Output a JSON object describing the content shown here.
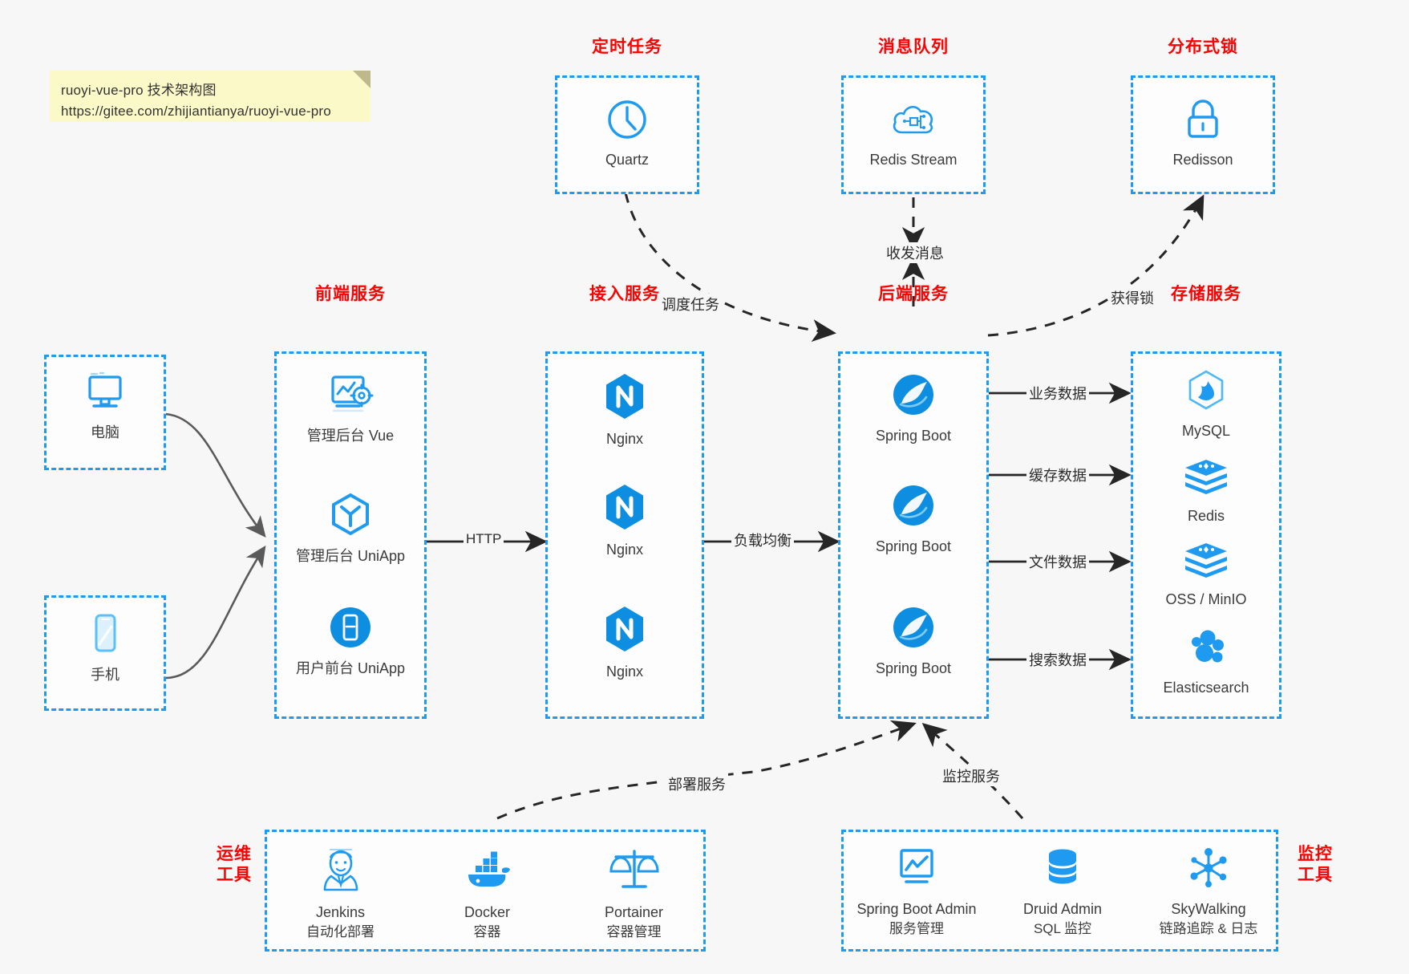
{
  "note": {
    "line1": "ruoyi-vue-pro 技术架构图",
    "line2": "https://gitee.com/zhijiantianya/ruoyi-vue-pro"
  },
  "colors": {
    "accent_blue": "#1E9BF0",
    "title_red": "#ff0000",
    "arrow_gray": "#5a5a5a",
    "arrow_black": "#262626",
    "note_bg": "#fcf9c8",
    "canvas_bg": "#f7f7f7"
  },
  "groups": {
    "scheduler": {
      "title": "定时任务",
      "items": [
        {
          "label": "Quartz",
          "icon": "clock-icon"
        }
      ]
    },
    "mq": {
      "title": "消息队列",
      "items": [
        {
          "label": "Redis Stream",
          "icon": "cloud-network-icon"
        }
      ]
    },
    "lock": {
      "title": "分布式锁",
      "items": [
        {
          "label": "Redisson",
          "icon": "lock-icon"
        }
      ]
    },
    "clients": {
      "items": [
        {
          "label": "电脑",
          "icon": "desktop-icon"
        },
        {
          "label": "手机",
          "icon": "mobile-icon"
        }
      ]
    },
    "frontend": {
      "title": "前端服务",
      "items": [
        {
          "label": "管理后台 Vue",
          "icon": "dashboard-gear-icon"
        },
        {
          "label": "管理后台 UniApp",
          "icon": "uniapp-cube-icon"
        },
        {
          "label": "用户前台 UniApp",
          "icon": "mobile-app-icon"
        }
      ]
    },
    "gateway": {
      "title": "接入服务",
      "items": [
        {
          "label": "Nginx",
          "icon": "nginx-icon"
        },
        {
          "label": "Nginx",
          "icon": "nginx-icon"
        },
        {
          "label": "Nginx",
          "icon": "nginx-icon"
        }
      ]
    },
    "backend": {
      "title": "后端服务",
      "items": [
        {
          "label": "Spring Boot",
          "icon": "spring-boot-icon"
        },
        {
          "label": "Spring Boot",
          "icon": "spring-boot-icon"
        },
        {
          "label": "Spring Boot",
          "icon": "spring-boot-icon"
        }
      ]
    },
    "storage": {
      "title": "存储服务",
      "items": [
        {
          "label": "MySQL",
          "icon": "mysql-icon"
        },
        {
          "label": "Redis",
          "icon": "redis-icon"
        },
        {
          "label": "OSS / MinIO",
          "icon": "oss-minio-icon"
        },
        {
          "label": "Elasticsearch",
          "icon": "elasticsearch-icon"
        }
      ]
    },
    "devops": {
      "title_line1": "运维",
      "title_line2": "工具",
      "items": [
        {
          "label": "Jenkins",
          "sub": "自动化部署",
          "icon": "jenkins-icon"
        },
        {
          "label": "Docker",
          "sub": "容器",
          "icon": "docker-icon"
        },
        {
          "label": "Portainer",
          "sub": "容器管理",
          "icon": "scales-icon"
        }
      ]
    },
    "monitor": {
      "title_line1": "监控",
      "title_line2": "工具",
      "items": [
        {
          "label": "Spring Boot Admin",
          "sub": "服务管理",
          "icon": "monitor-chart-icon"
        },
        {
          "label": "Druid Admin",
          "sub": "SQL 监控",
          "icon": "database-icon"
        },
        {
          "label": "SkyWalking",
          "sub": "链路追踪 & 日志",
          "icon": "skywalking-icon"
        }
      ]
    }
  },
  "edges": {
    "http": "HTTP",
    "load_balance": "负载均衡",
    "schedule_task": "调度任务",
    "send_receive_msg": "收发消息",
    "acquire_lock": "获得锁",
    "business_data": "业务数据",
    "cache_data": "缓存数据",
    "file_data": "文件数据",
    "search_data": "搜索数据",
    "deploy_service": "部署服务",
    "monitor_service": "监控服务"
  }
}
